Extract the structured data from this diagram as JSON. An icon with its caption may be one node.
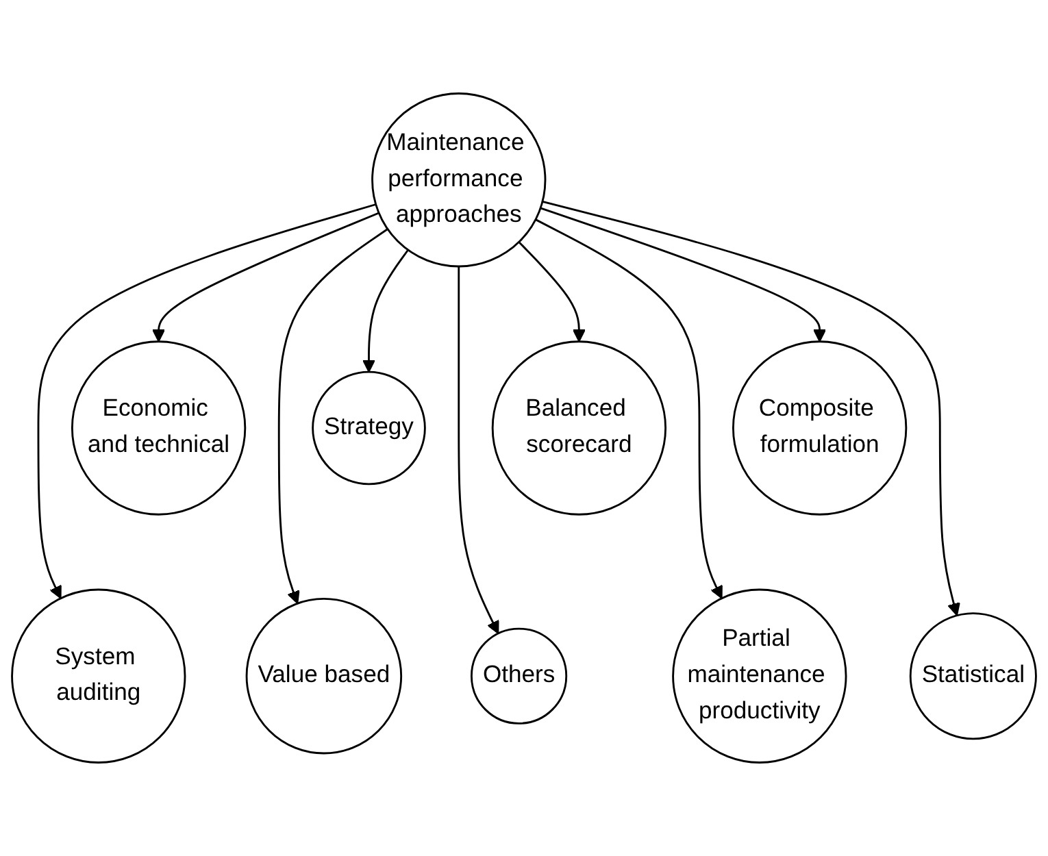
{
  "diagram": {
    "nodes": [
      {
        "text": [
          "Economic and technical"
        ]
      },
      {
        "text": [
          "Strategy"
        ]
      },
      {
        "text": [
          "Balanced scorecard"
        ]
      },
      {
        "text": [
          "Composite formulation"
        ]
      },
      {
        "text": [
          "Maintenance performance approaches"
        ]
      },
      {
        "text": [
          "System auditing"
        ]
      },
      {
        "text": [
          "Value based"
        ]
      },
      {
        "text": [
          "Others"
        ]
      },
      {
        "text": [
          "Partial maintenance productivity"
        ]
      },
      {
        "text": [
          "Statistical"
        ]
      }
    ],
    "edges": [
      {
        "from": 4,
        "to": 0,
        "arrow": "to"
      },
      {
        "from": 4,
        "to": 1,
        "arrow": "to"
      },
      {
        "from": 4,
        "to": 2,
        "arrow": "to"
      },
      {
        "from": 4,
        "to": 3,
        "arrow": "to"
      },
      {
        "from": 4,
        "to": 5,
        "arrow": "to"
      },
      {
        "from": 4,
        "to": 6,
        "arrow": "to"
      },
      {
        "from": 4,
        "to": 7,
        "arrow": "to"
      },
      {
        "from": 4,
        "to": 8,
        "arrow": "to"
      },
      {
        "from": 4,
        "to": 9,
        "arrow": "to"
      }
    ]
  }
}
